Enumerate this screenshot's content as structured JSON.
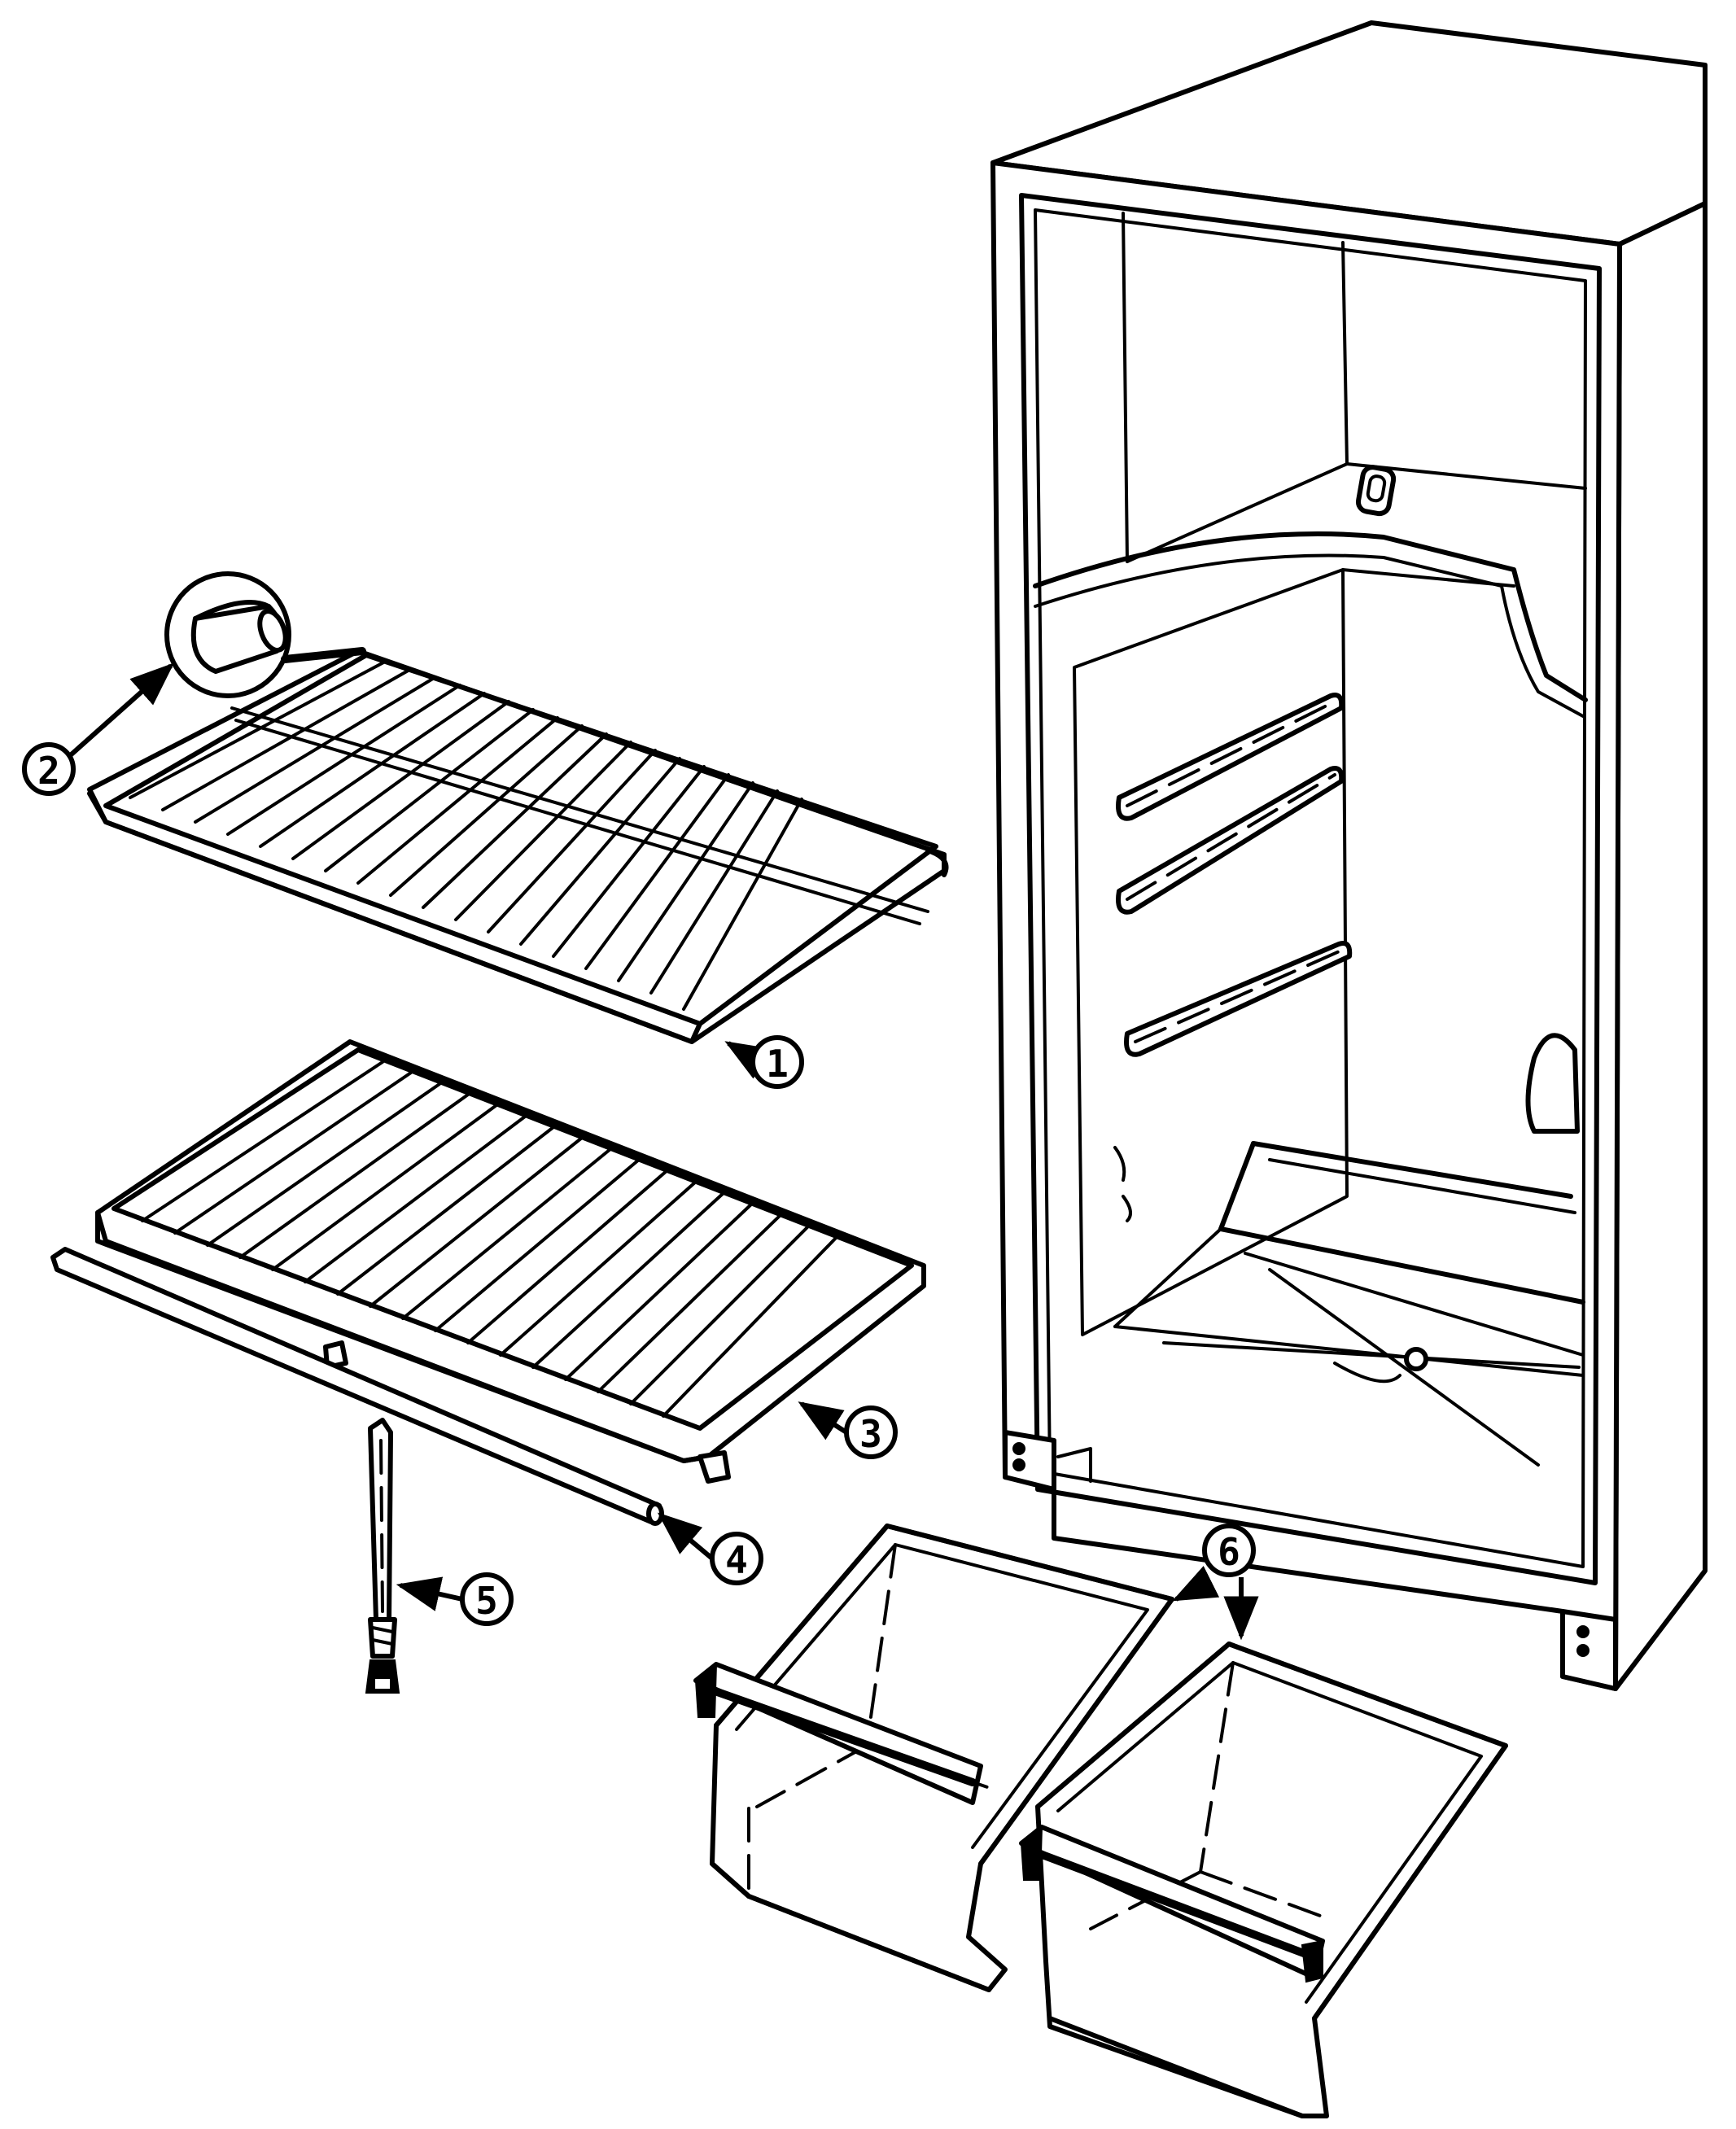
{
  "callouts": [
    {
      "id": "1",
      "label": "1"
    },
    {
      "id": "2",
      "label": "2"
    },
    {
      "id": "3",
      "label": "3"
    },
    {
      "id": "4",
      "label": "4"
    },
    {
      "id": "5",
      "label": "5"
    },
    {
      "id": "6",
      "label": "6"
    }
  ],
  "icons": {
    "arrowhead": "arrow-icon"
  }
}
